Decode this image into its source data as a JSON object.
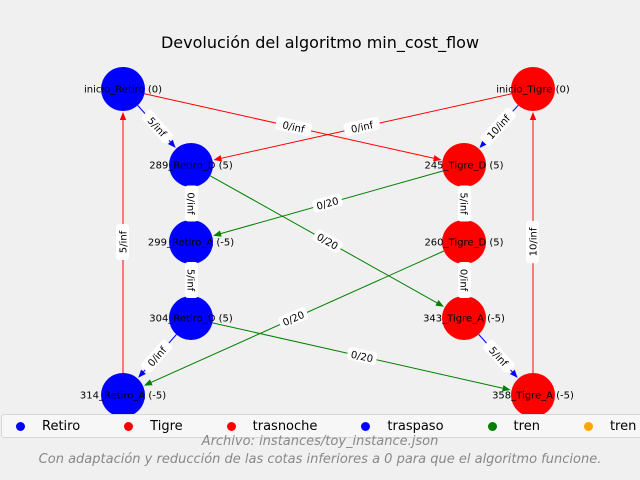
{
  "title": "Devolución del algoritmo min_cost_flow",
  "colors": {
    "blue": "#0000ff",
    "red": "#ff0000",
    "green": "#008000",
    "orange": "#ffa500"
  },
  "nodes": [
    {
      "id": "inicio_retiro",
      "label": "inicio_Retiro (0)",
      "color": "blue"
    },
    {
      "id": "289_retiro_d",
      "label": "289_Retiro_D (5)",
      "color": "blue"
    },
    {
      "id": "299_retiro_a",
      "label": "299_Retiro_A (-5)",
      "color": "blue"
    },
    {
      "id": "304_retiro_d",
      "label": "304_Retiro_D (5)",
      "color": "blue"
    },
    {
      "id": "314_retiro_a",
      "label": "314_Retiro_A (-5)",
      "color": "blue"
    },
    {
      "id": "inicio_tigre",
      "label": "inicio_Tigre (0)",
      "color": "red"
    },
    {
      "id": "245_tigre_d",
      "label": "245_Tigre_D (5)",
      "color": "red"
    },
    {
      "id": "260_tigre_d",
      "label": "260_Tigre_D (5)",
      "color": "red"
    },
    {
      "id": "343_tigre_a",
      "label": "343_Tigre_A (-5)",
      "color": "red"
    },
    {
      "id": "358_tigre_a",
      "label": "358_Tigre_A (-5)",
      "color": "red"
    }
  ],
  "edges": [
    {
      "from": "inicio_retiro",
      "to": "289_retiro_d",
      "label": "5/inf",
      "color": "blue"
    },
    {
      "from": "289_retiro_d",
      "to": "299_retiro_a",
      "label": "0/inf",
      "color": "blue"
    },
    {
      "from": "299_retiro_a",
      "to": "304_retiro_d",
      "label": "5/inf",
      "color": "blue"
    },
    {
      "from": "304_retiro_d",
      "to": "314_retiro_a",
      "label": "0/inf",
      "color": "blue"
    },
    {
      "from": "314_retiro_a",
      "to": "inicio_retiro",
      "label": "5/inf",
      "color": "red"
    },
    {
      "from": "inicio_tigre",
      "to": "245_tigre_d",
      "label": "10/inf",
      "color": "blue"
    },
    {
      "from": "245_tigre_d",
      "to": "260_tigre_d",
      "label": "5/inf",
      "color": "blue"
    },
    {
      "from": "260_tigre_d",
      "to": "343_tigre_a",
      "label": "0/inf",
      "color": "blue"
    },
    {
      "from": "343_tigre_a",
      "to": "358_tigre_a",
      "label": "5/inf",
      "color": "blue"
    },
    {
      "from": "358_tigre_a",
      "to": "inicio_tigre",
      "label": "10/inf",
      "color": "red"
    },
    {
      "from": "inicio_retiro",
      "to": "245_tigre_d",
      "label": "0/inf",
      "color": "red"
    },
    {
      "from": "inicio_tigre",
      "to": "289_retiro_d",
      "label": "0/inf",
      "color": "red"
    },
    {
      "from": "245_tigre_d",
      "to": "299_retiro_a",
      "label": "0/20",
      "color": "green"
    },
    {
      "from": "289_retiro_d",
      "to": "343_tigre_a",
      "label": "0/20",
      "color": "green"
    },
    {
      "from": "260_tigre_d",
      "to": "314_retiro_a",
      "label": "0/20",
      "color": "green"
    },
    {
      "from": "304_retiro_d",
      "to": "358_tigre_a",
      "label": "0/20",
      "color": "green"
    }
  ],
  "legend": [
    {
      "label": "Retiro",
      "color": "blue"
    },
    {
      "label": "Tigre",
      "color": "red"
    },
    {
      "label": "trasnoche",
      "color": "red"
    },
    {
      "label": "traspaso",
      "color": "blue"
    },
    {
      "label": "tren",
      "color": "green"
    },
    {
      "label": "tren",
      "color": "orange"
    }
  ],
  "caption": {
    "line1": "Archivo: instances/toy_instance.json",
    "line2": "Con adaptación y reducción de las cotas inferiores a 0 para que el algoritmo funcione."
  }
}
